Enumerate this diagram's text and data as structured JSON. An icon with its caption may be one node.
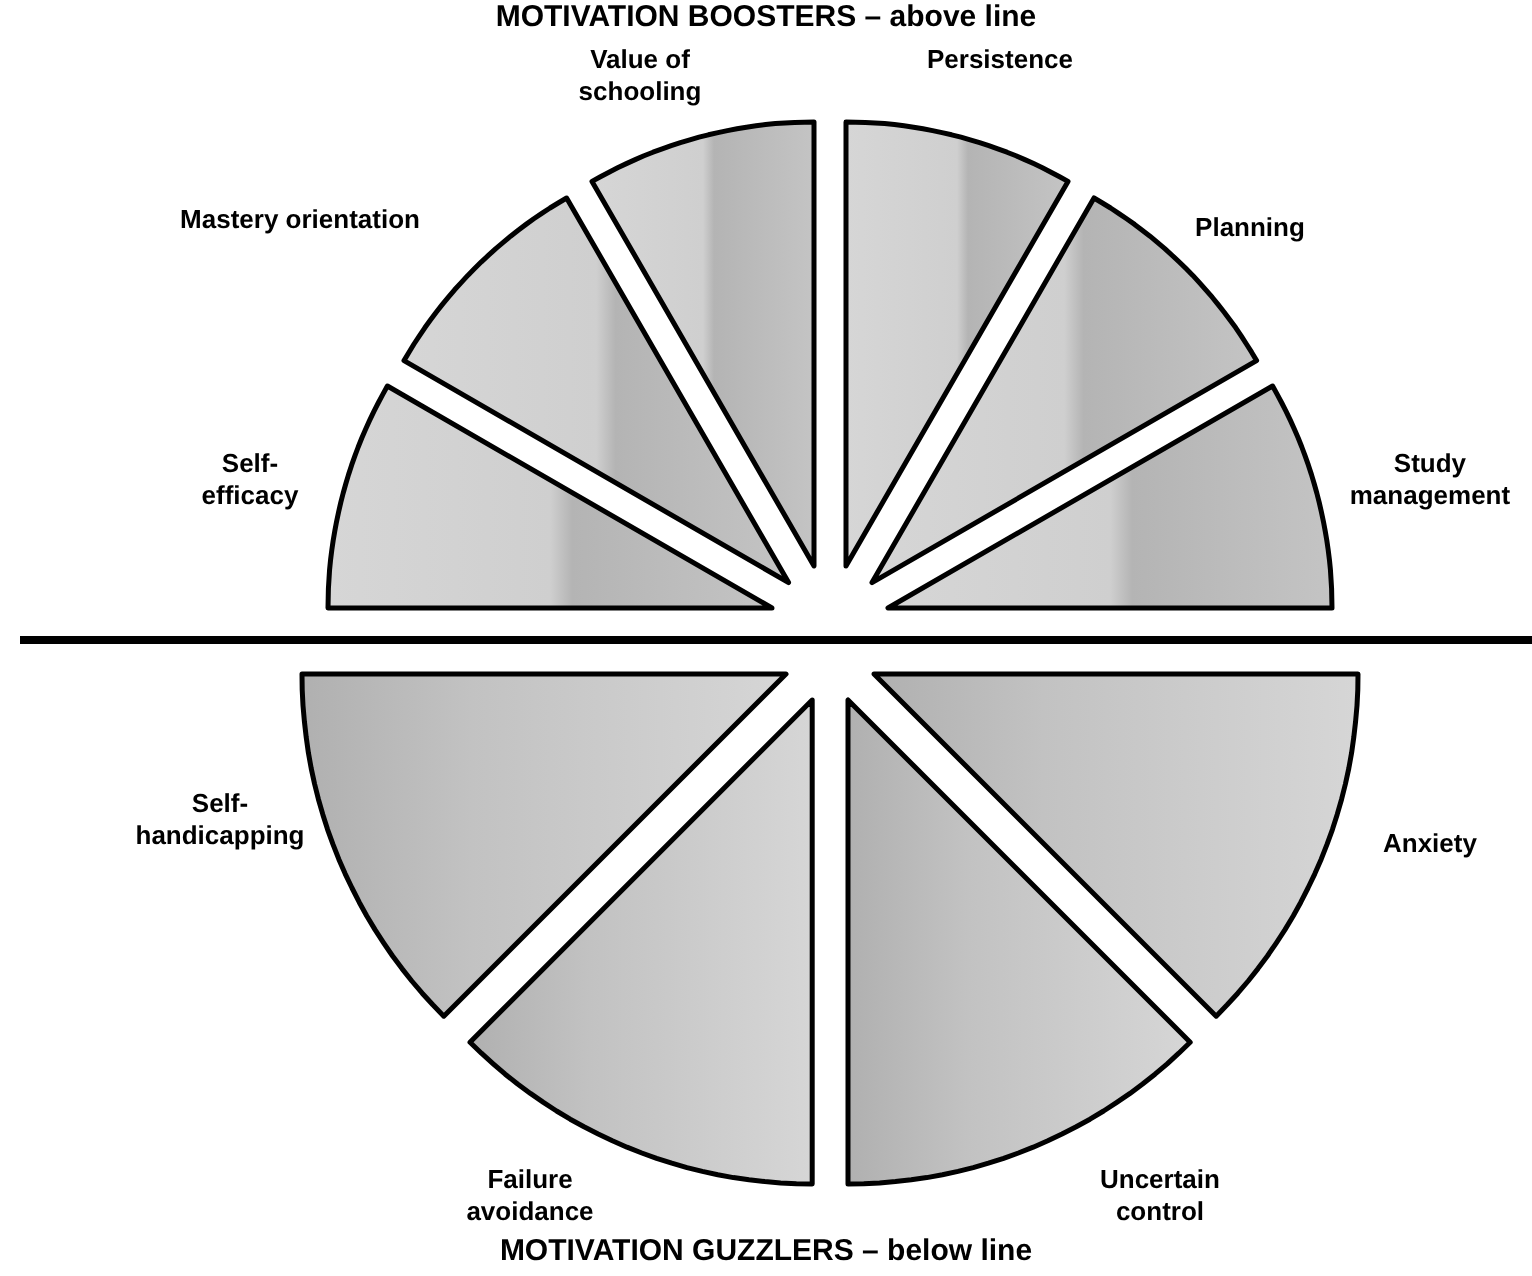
{
  "diagram": {
    "title": "MOTIVATION BOOSTERS – above line",
    "caption": "MOTIVATION GUZZLERS – below line",
    "nodes": [
      {
        "text": [
          "Study management"
        ]
      },
      {
        "text": [
          "Planning"
        ]
      },
      {
        "text": [
          "Persistence"
        ]
      },
      {
        "text": [
          "Value of schooling"
        ]
      },
      {
        "text": [
          "Mastery orientation"
        ]
      },
      {
        "text": [
          "Self-efficacy"
        ]
      },
      {
        "text": [
          "Anxiety"
        ]
      },
      {
        "text": [
          "Uncertain control"
        ]
      },
      {
        "text": [
          "Failure avoidance"
        ]
      },
      {
        "text": [
          "Self-handicapping"
        ]
      }
    ]
  }
}
